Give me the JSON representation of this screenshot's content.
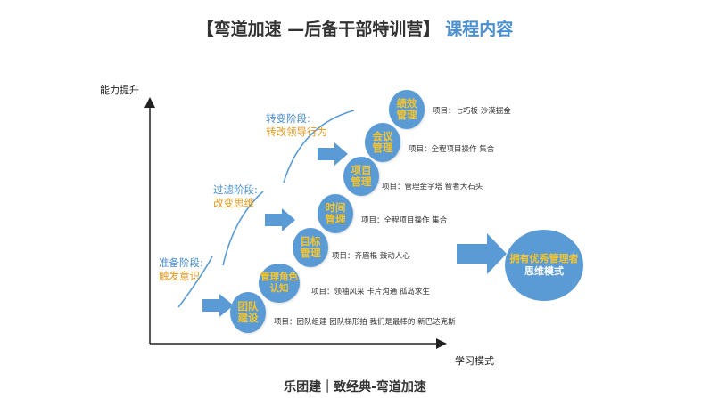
{
  "title": {
    "main": "【弯道加速 —后备干部特训营】",
    "accent": "课程内容"
  },
  "axes": {
    "y_label": "能力提升",
    "x_label": "学习模式"
  },
  "stages": [
    {
      "line1": "准备阶段:",
      "line2": "触发意识"
    },
    {
      "line1": "过滤阶段:",
      "line2": "改变思维"
    },
    {
      "line1": "转变阶段:",
      "line2": "转改领导行为"
    }
  ],
  "modules": [
    {
      "name_l1": "团队",
      "name_l2": "建设",
      "item": "项目：团队组建  团队梯形拍  我们是最棒的 新巴达克斯"
    },
    {
      "name_l1": "管理角色",
      "name_l2": "认知",
      "item": "项目：领袖风采 卡片沟通 孤岛求生"
    },
    {
      "name_l1": "目标",
      "name_l2": "管理",
      "item": "项目：齐眉棍   鼓动人心"
    },
    {
      "name_l1": "时间",
      "name_l2": "管理",
      "item": "项目：全程项目操作   集合"
    },
    {
      "name_l1": "项目",
      "name_l2": "管理",
      "item": "项目：管理金字塔  智者大石头"
    },
    {
      "name_l1": "会议",
      "name_l2": "管理",
      "item": "项目：全程项目操作   集合"
    },
    {
      "name_l1": "绩效",
      "name_l2": "管理",
      "item": "项目：七巧板  沙漠掘金"
    }
  ],
  "goal": {
    "line1": "拥有优秀管理者",
    "line2": "思维模式"
  },
  "footer": "乐团建｜致经典-弯道加速",
  "colors": {
    "circle": "#5b9bd5",
    "circle_text": "#f7c52a",
    "stage_title": "#4a8fd0",
    "stage_sub": "#e09a20"
  }
}
